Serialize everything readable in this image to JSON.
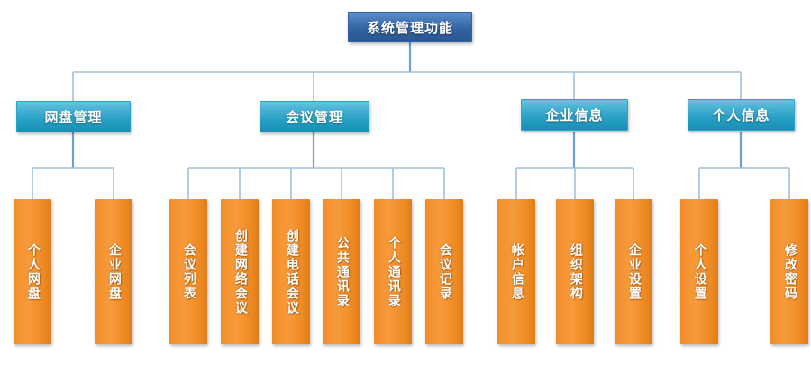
{
  "diagram": {
    "title": "系统管理功能",
    "type": "organizational-tree",
    "colors": {
      "root_fill": "#31619f",
      "level2_fill": "#259fc4",
      "leaf_fill": "#f2912c",
      "connector": "#9fc0e0",
      "background": "#ffffff",
      "text": "#ffffff"
    },
    "root": {
      "label": "系统管理功能"
    },
    "branches": [
      {
        "label": "网盘管理",
        "children": [
          {
            "label": "个人网盘"
          },
          {
            "label": "企业网盘"
          }
        ]
      },
      {
        "label": "会议管理",
        "children": [
          {
            "label": "会议列表"
          },
          {
            "label": "创建网络会议"
          },
          {
            "label": "创建电话会议"
          },
          {
            "label": "公共通讯录"
          },
          {
            "label": "个人通讯录"
          },
          {
            "label": "会议记录"
          }
        ]
      },
      {
        "label": "企业信息",
        "children": [
          {
            "label": "帐户信息"
          },
          {
            "label": "组织架构"
          },
          {
            "label": "企业设置"
          }
        ]
      },
      {
        "label": "个人信息",
        "children": [
          {
            "label": "个人设置"
          },
          {
            "label": "修改密码"
          }
        ]
      }
    ]
  }
}
